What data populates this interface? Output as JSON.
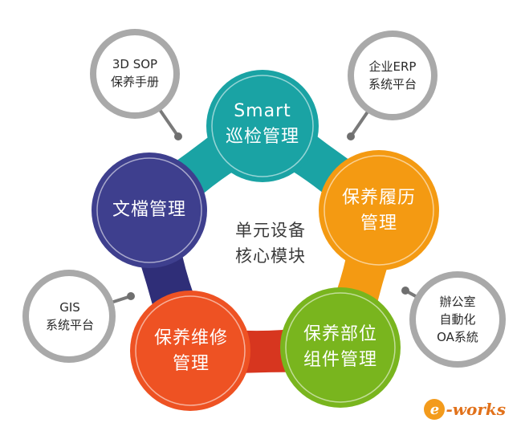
{
  "center": {
    "line1": "单元设备",
    "line2": "核心模块"
  },
  "modules": [
    {
      "id": "smart-inspection",
      "lines": [
        "Smart",
        "巡检管理"
      ],
      "color": "#1aa3a4"
    },
    {
      "id": "maintenance-history",
      "lines": [
        "保养履历",
        "管理"
      ],
      "color": "#f49a12"
    },
    {
      "id": "component-management",
      "lines": [
        "保养部位",
        "组件管理"
      ],
      "color": "#79b51e"
    },
    {
      "id": "maintenance-repair",
      "lines": [
        "保养维修",
        "管理"
      ],
      "color": "#ee5223"
    },
    {
      "id": "document-management",
      "lines": [
        "文檔管理"
      ],
      "color": "#3e3f8e"
    }
  ],
  "connectors": {
    "smart_to_history": "#1aa3a4",
    "history_to_component": "#f49a12",
    "component_to_repair": "#d7361f",
    "repair_to_document": "#2f2e78",
    "document_to_smart": "#1aa3a4"
  },
  "external_systems": [
    {
      "id": "sop-manual",
      "lines": [
        "3D SOP",
        "保养手册"
      ]
    },
    {
      "id": "erp-platform",
      "lines": [
        "企业ERP",
        "系统平台"
      ]
    },
    {
      "id": "gis-platform",
      "lines": [
        "GIS",
        "系统平台"
      ]
    },
    {
      "id": "oa-system",
      "lines": [
        "辦公室",
        "自動化",
        "OA系統"
      ]
    }
  ],
  "watermark": {
    "text": "e-works"
  }
}
